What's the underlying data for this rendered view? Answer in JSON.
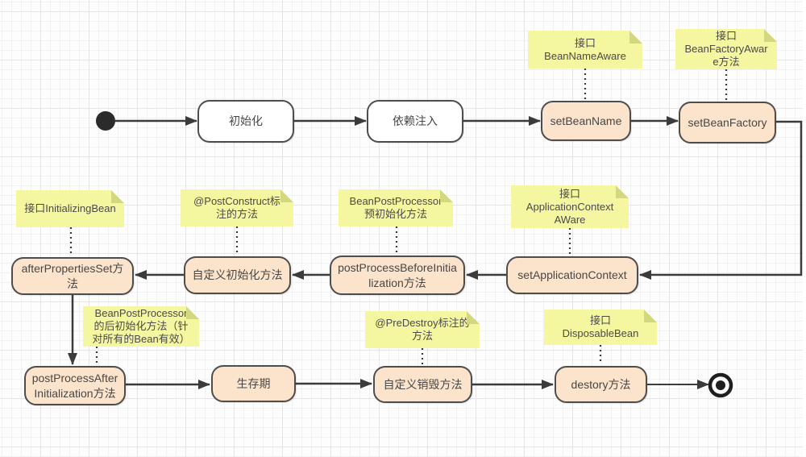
{
  "nodes": [
    {
      "id": "init",
      "fill": "white",
      "lines": [
        "初始化"
      ]
    },
    {
      "id": "dependency-injection",
      "fill": "white",
      "lines": [
        "依赖注入"
      ]
    },
    {
      "id": "set-bean-name",
      "fill": "peach",
      "lines": [
        "setBeanName"
      ]
    },
    {
      "id": "set-bean-factory",
      "fill": "peach",
      "lines": [
        "setBeanFactory"
      ]
    },
    {
      "id": "after-properties-set",
      "fill": "peach",
      "lines": [
        "afterPropertiesSet方",
        "法"
      ]
    },
    {
      "id": "custom-init",
      "fill": "peach",
      "lines": [
        "自定义初始化方法"
      ]
    },
    {
      "id": "post-process-before-initialization",
      "fill": "peach",
      "lines": [
        "postProcessBeforeInitia",
        "lization方法"
      ]
    },
    {
      "id": "set-application-context",
      "fill": "peach",
      "lines": [
        "setApplicationContext"
      ]
    },
    {
      "id": "post-process-after-initialization",
      "fill": "peach",
      "lines": [
        "postProcessAfter",
        "Initialization方法"
      ]
    },
    {
      "id": "lifetime",
      "fill": "peach",
      "lines": [
        "生存期"
      ]
    },
    {
      "id": "custom-destroy",
      "fill": "peach",
      "lines": [
        "自定义销毁方法"
      ]
    },
    {
      "id": "destory-method",
      "fill": "peach",
      "lines": [
        "destory方法"
      ]
    }
  ],
  "notes": [
    {
      "id": "note-bean-name-aware",
      "target": "set-bean-name",
      "lines": [
        "接口",
        "BeanNameAware"
      ]
    },
    {
      "id": "note-bean-factory-aware",
      "target": "set-bean-factory",
      "lines": [
        "接口",
        "BeanFactoryAwar",
        "e方法"
      ]
    },
    {
      "id": "note-initializing-bean",
      "target": "after-properties-set",
      "lines": [
        "接口InitializingBean"
      ]
    },
    {
      "id": "note-post-construct",
      "target": "custom-init",
      "lines": [
        "@PostConstruct标",
        "注的方法"
      ]
    },
    {
      "id": "note-bean-post-processor-pre",
      "target": "post-process-before-initialization",
      "lines": [
        "BeanPostProcessor",
        "预初始化方法"
      ]
    },
    {
      "id": "note-application-context-aware",
      "target": "set-application-context",
      "lines": [
        "接口",
        "ApplicationContext",
        "AWare"
      ]
    },
    {
      "id": "note-bean-post-processor-after",
      "target": "post-process-after-initialization",
      "lines": [
        "BeanPostProcessor",
        "的后初始化方法（针",
        "对所有的Bean有效）"
      ]
    },
    {
      "id": "note-pre-destroy",
      "target": "custom-destroy",
      "lines": [
        "@PreDestroy标注的",
        "方法"
      ]
    },
    {
      "id": "note-disposable-bean",
      "target": "destory-method",
      "lines": [
        "接口",
        "DisposableBean"
      ]
    }
  ],
  "edges": [
    {
      "from": "start",
      "to": "init",
      "style": "solid"
    },
    {
      "from": "init",
      "to": "dependency-injection",
      "style": "solid"
    },
    {
      "from": "dependency-injection",
      "to": "set-bean-name",
      "style": "solid"
    },
    {
      "from": "set-bean-name",
      "to": "set-bean-factory",
      "style": "solid"
    },
    {
      "from": "set-bean-factory",
      "to": "set-application-context",
      "style": "solid"
    },
    {
      "from": "set-application-context",
      "to": "post-process-before-initialization",
      "style": "solid"
    },
    {
      "from": "post-process-before-initialization",
      "to": "custom-init",
      "style": "solid"
    },
    {
      "from": "custom-init",
      "to": "after-properties-set",
      "style": "solid"
    },
    {
      "from": "after-properties-set",
      "to": "post-process-after-initialization",
      "style": "solid"
    },
    {
      "from": "post-process-after-initialization",
      "to": "lifetime",
      "style": "solid"
    },
    {
      "from": "lifetime",
      "to": "custom-destroy",
      "style": "solid"
    },
    {
      "from": "custom-destroy",
      "to": "destory-method",
      "style": "solid"
    },
    {
      "from": "destory-method",
      "to": "end",
      "style": "solid"
    }
  ],
  "icons": {
    "start": "filled-circle-initial-state",
    "end": "bullseye-final-state",
    "note_fold": "folded-corner"
  },
  "colors": {
    "node_fill_peach": "#fce3cb",
    "node_fill_white": "#ffffff",
    "node_border": "#4d4d4d",
    "note_fill": "#f5f6a0",
    "note_fold": "#d3d77e",
    "arrow": "#3b3b3b",
    "text": "#474747",
    "grid_minor": "#f2f1f2",
    "grid_major": "#e6e4e6"
  }
}
